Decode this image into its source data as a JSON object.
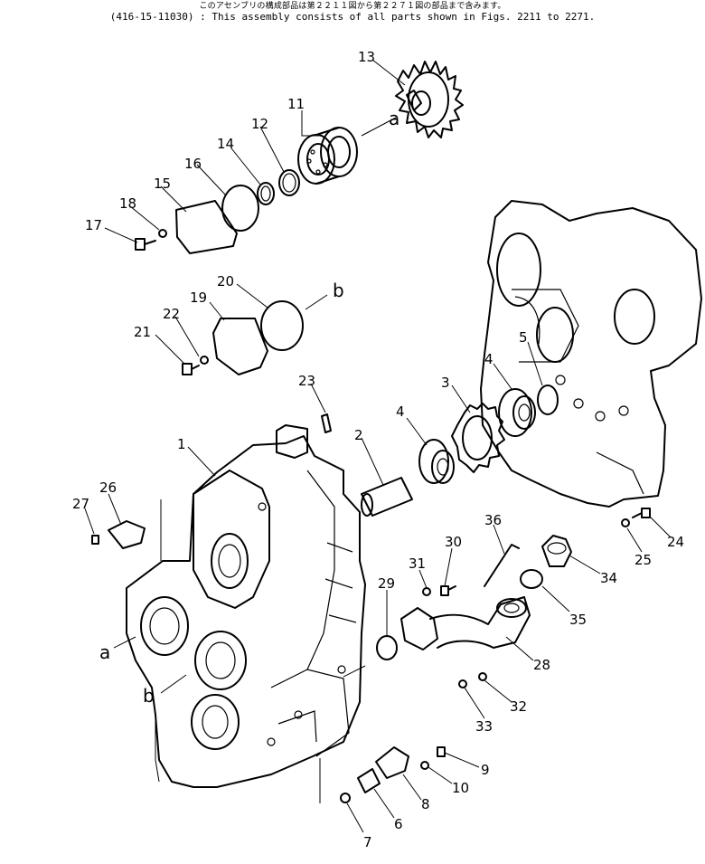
{
  "header": {
    "line1": "このアセンブリの構成部品は第２２１１図から第２２７１図の部品まで含みます。",
    "line2": "(416-15-11030) : This assembly consists of all parts shown in Figs. 2211 to 2271."
  },
  "callouts": {
    "c1": "1",
    "c2": "2",
    "c3": "3",
    "c4a": "4",
    "c4b": "4",
    "c5": "5",
    "c6": "6",
    "c7": "7",
    "c8": "8",
    "c9": "9",
    "c10": "10",
    "c11": "11",
    "c12": "12",
    "c13": "13",
    "c14": "14",
    "c15": "15",
    "c16": "16",
    "c17": "17",
    "c18": "18",
    "c19": "19",
    "c20": "20",
    "c21": "21",
    "c22": "22",
    "c23": "23",
    "c24": "24",
    "c25": "25",
    "c26": "26",
    "c27": "27",
    "c28": "28",
    "c29": "29",
    "c30": "30",
    "c31": "31",
    "c32": "32",
    "c33": "33",
    "c34": "34",
    "c35": "35",
    "c36": "36"
  },
  "refs": {
    "a_top": "a",
    "b_top": "b",
    "a_left": "a",
    "b_left": "b"
  }
}
